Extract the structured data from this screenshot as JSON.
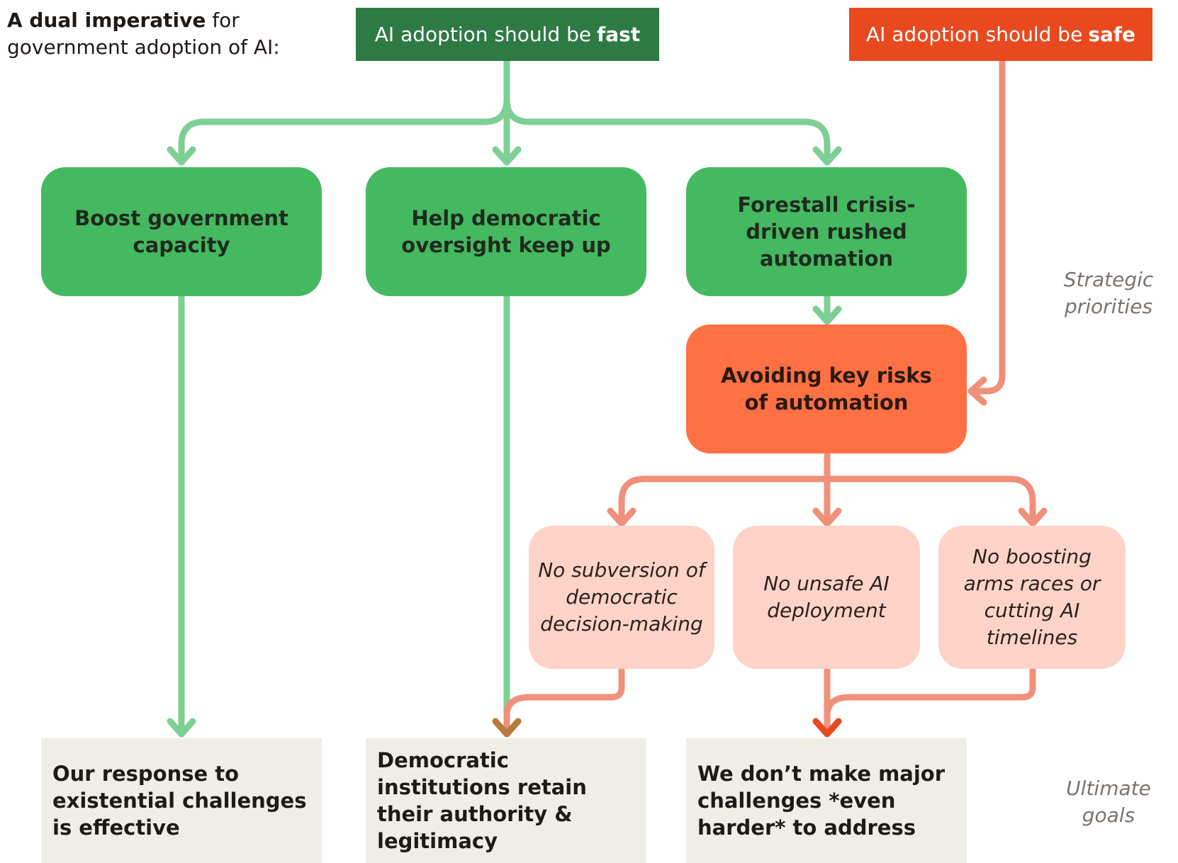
{
  "heading": {
    "bold": "A dual imperative",
    "rest": "for government adoption of AI:"
  },
  "imperatives": {
    "fast": {
      "prefix": "AI adoption should be",
      "emphasis": "fast",
      "color": "#2e7a43"
    },
    "safe": {
      "prefix": "AI adoption should be",
      "emphasis": "safe",
      "color": "#e8491f"
    }
  },
  "strategic_priorities": [
    {
      "label": "Boost government capacity"
    },
    {
      "label": "Help democratic oversight keep up"
    },
    {
      "label": "Forestall crisis-driven rushed automation"
    }
  ],
  "risk_hub": {
    "label": "Avoiding key risks of automation",
    "color": "#ff7043"
  },
  "risks": [
    {
      "label": "No subversion of democratic decision-making"
    },
    {
      "label": "No unsafe AI deployment"
    },
    {
      "label": "No boosting arms races or cutting AI timelines"
    }
  ],
  "ultimate_goals": [
    {
      "label": "Our response to existential challenges is effective"
    },
    {
      "label": "Democratic institutions retain their authority & legitimacy"
    },
    {
      "label": "We don’t make major challenges *even harder* to address"
    }
  ],
  "side_labels": {
    "strategic": "Strategic priorities",
    "ultimate": "Ultimate goals"
  },
  "colors": {
    "green_arrow": "#7dcf93",
    "green_box": "#45b960",
    "orange_arrow": "#f0907a",
    "pink_box": "#fdd3c7",
    "goal_box": "#efede6",
    "merge_brown": "#b87a3e"
  }
}
